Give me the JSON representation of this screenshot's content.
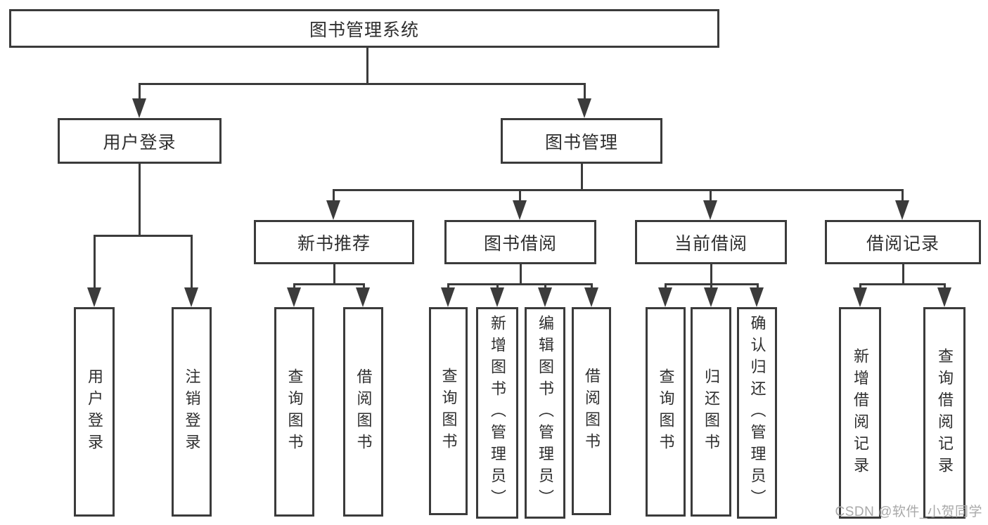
{
  "diagram": {
    "root": {
      "label": "图书管理系统"
    },
    "branches": [
      {
        "label": "用户登录",
        "children": [
          {
            "label": "用户登录"
          },
          {
            "label": "注销登录"
          }
        ]
      },
      {
        "label": "图书管理",
        "groups": [
          {
            "label": "新书推荐",
            "children": [
              {
                "label": "查询图书"
              },
              {
                "label": "借阅图书"
              }
            ]
          },
          {
            "label": "图书借阅",
            "children": [
              {
                "label": "查询图书"
              },
              {
                "label": "新增图书（管理员）"
              },
              {
                "label": "编辑图书（管理员）"
              },
              {
                "label": "借阅图书"
              }
            ]
          },
          {
            "label": "当前借阅",
            "children": [
              {
                "label": "查询图书"
              },
              {
                "label": "归还图书"
              },
              {
                "label": "确认归还（管理员）"
              }
            ]
          },
          {
            "label": "借阅记录",
            "children": [
              {
                "label": "新增借阅记录"
              },
              {
                "label": "查询借阅记录"
              }
            ]
          }
        ]
      }
    ],
    "watermark": "CSDN @软件_小贺同学"
  }
}
